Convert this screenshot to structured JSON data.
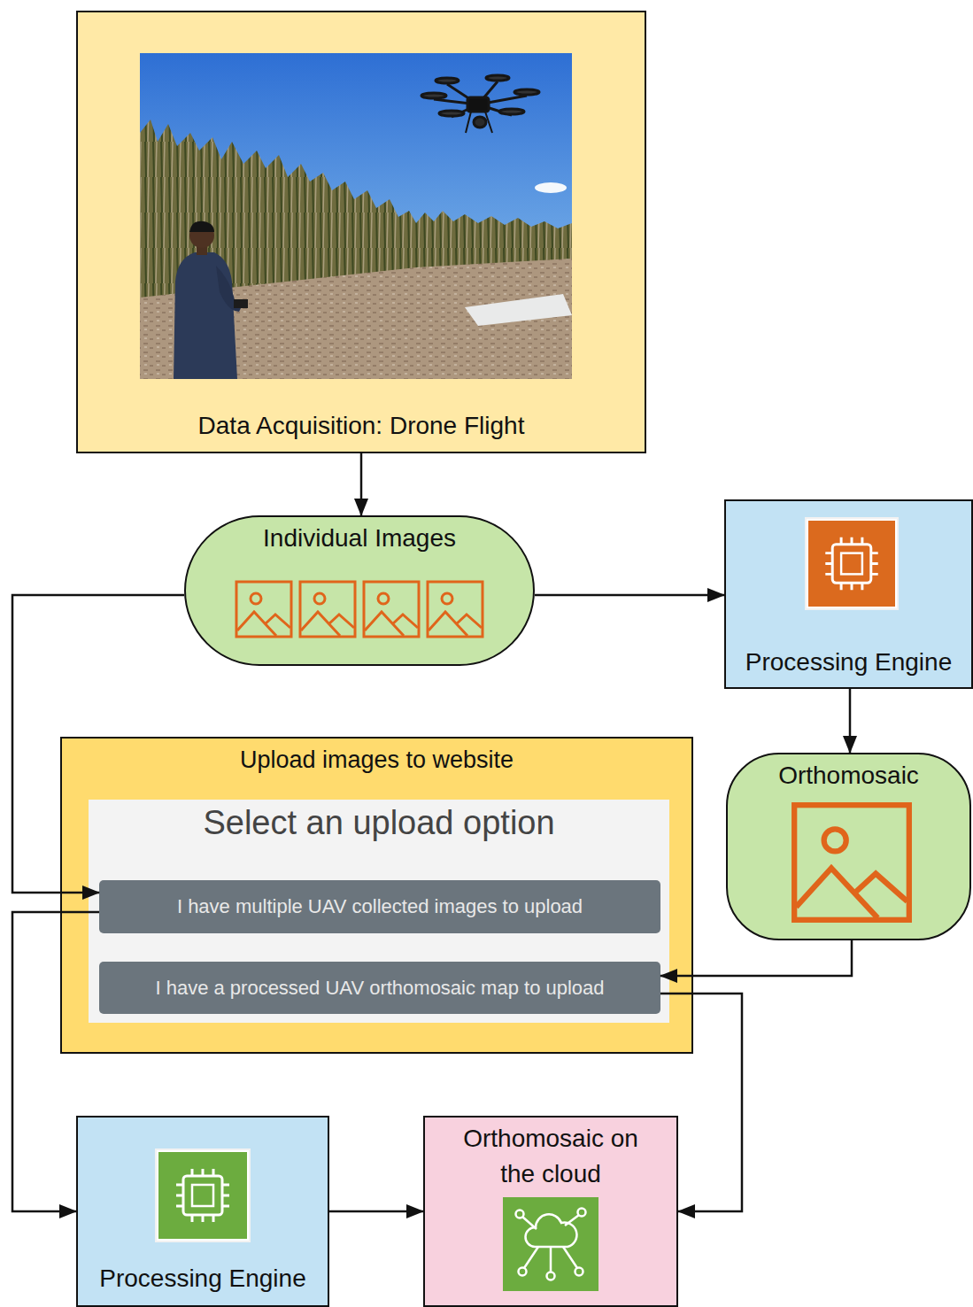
{
  "diagram": {
    "nodes": [
      {
        "text": [
          "Data Acquisition: Drone Flight"
        ]
      },
      {
        "text": [
          "Individual Images"
        ]
      },
      {
        "text": [
          "Processing Engine"
        ]
      },
      {
        "text": [
          "Orthomosaic"
        ]
      },
      {
        "text": [
          "Upload images to website"
        ]
      },
      {
        "text": [
          "Select an upload option"
        ],
        "in": 4
      },
      {
        "text": [
          "I have multiple UAV collected images to upload"
        ],
        "in": 5
      },
      {
        "text": [
          "I have a processed UAV orthomosaic map to upload"
        ],
        "in": 5
      },
      {
        "text": [
          "Processing Engine"
        ]
      },
      {
        "text": [
          "Orthomosaic on the cloud"
        ]
      }
    ],
    "edges": [
      {
        "from": 0,
        "to": 1,
        "arrow": "to"
      },
      {
        "from": 1,
        "to": 2,
        "arrow": "to"
      },
      {
        "from": 2,
        "to": 3,
        "arrow": "to"
      },
      {
        "from": 3,
        "to": 7,
        "arrow": "to"
      },
      {
        "from": 1,
        "to": 6,
        "arrow": "to"
      },
      {
        "from": 6,
        "to": 8,
        "arrow": "to"
      },
      {
        "from": 8,
        "to": 9,
        "arrow": "to"
      },
      {
        "from": 7,
        "to": 9,
        "arrow": "to"
      }
    ]
  }
}
